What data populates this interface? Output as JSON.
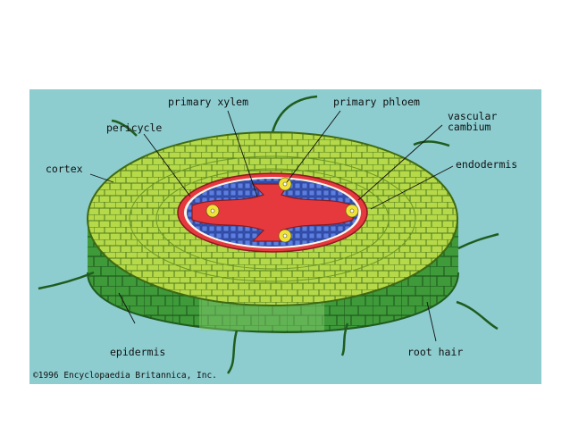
{
  "labels": {
    "primary_xylem": "primary xylem",
    "primary_phloem": "primary phloem",
    "pericycle": "pericycle",
    "vascular_cambium": "vascular\ncambium",
    "cortex": "cortex",
    "endodermis": "endodermis",
    "epidermis": "epidermis",
    "root_hair": "root hair"
  },
  "copyright": "©1996 Encyclopaedia Britannica, Inc.",
  "colors": {
    "background": "#8dcdd0",
    "cortex_top": "#b6d94a",
    "epidermis_side": "#3f9a3a",
    "xylem": "#e6393e",
    "phloem": "#3653b8",
    "phloem_core": "#f1e23a"
  }
}
